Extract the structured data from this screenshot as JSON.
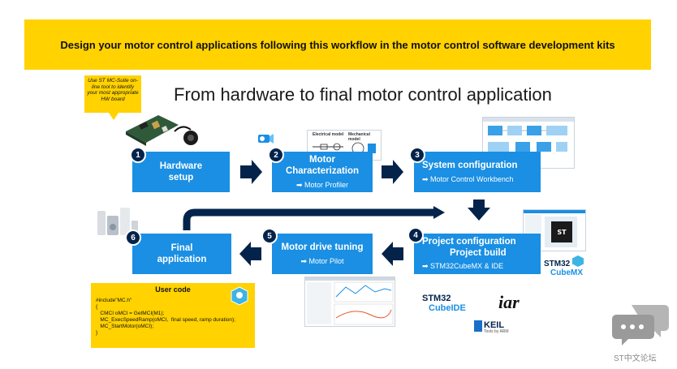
{
  "banner": {
    "text": "Design your motor control applications following this workflow in the motor control software development kits"
  },
  "main_title": "From hardware to final motor control application",
  "callout": "Use ST MC-Suite on-line tool to identify your most appropriate HW board",
  "steps": [
    {
      "number": "1",
      "title": "Hardware setup",
      "subtitle": ""
    },
    {
      "number": "2",
      "title": "Motor Characterization",
      "subtitle": "➡ Motor Profiler"
    },
    {
      "number": "3",
      "title": "System configuration",
      "subtitle": "➡ Motor Control Workbench"
    },
    {
      "number": "4",
      "title": "Project configuration",
      "title2": "Project build",
      "subtitle": "➡ STM32CubeMX & IDE"
    },
    {
      "number": "5",
      "title": "Motor drive tuning",
      "subtitle": "➡ Motor Pilot"
    },
    {
      "number": "6",
      "title": "Final application",
      "subtitle": ""
    }
  ],
  "model_labels": {
    "electrical": "Electrical model",
    "mechanical": "Mechanical model"
  },
  "user_code": {
    "title": "User code",
    "lines": [
      "#include\"MC.h\"",
      "{",
      "   CMCI oMCI = GetMCI(M1);",
      "   MC_ExecSpeedRamp(oMCI,  final speed, ramp duration);",
      "   MC_StartMotor(oMCI);",
      "}"
    ]
  },
  "logos": {
    "stm32_cubeide_top": "STM32",
    "stm32_cubeide_bottom": "CubeIDE",
    "stm32_cubemx_top": "STM32",
    "stm32_cubemx_bottom": "CubeMX",
    "iar": "iar",
    "keil": "KEIL",
    "keil_sub": "Tools by ARM",
    "st_mark": "ST"
  },
  "footer": "ST中文论坛",
  "colors": {
    "banner": "#ffd200",
    "step_box": "#1a8fe3",
    "arrow": "#03234b",
    "badge": "#03234b"
  }
}
